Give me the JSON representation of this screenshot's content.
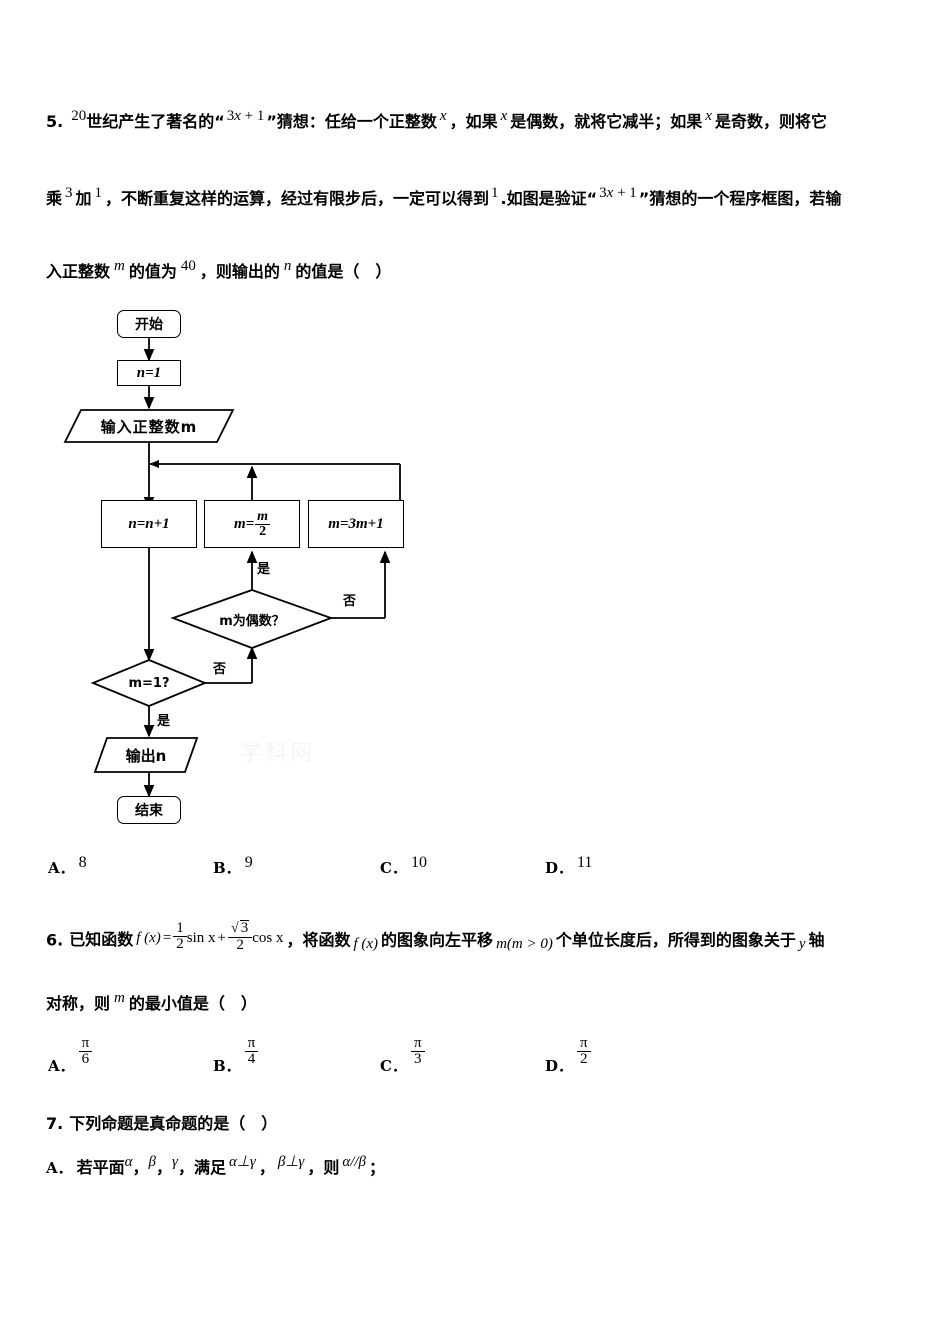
{
  "page": {
    "watermark": "学科网"
  },
  "questions": [
    {
      "number": "5.",
      "line1_a": "世纪产生了著名的",
      "line1_q1": "“",
      "line1_expr": "3x + 1",
      "line1_q2": "”",
      "line1_b": "猜想：任给一个正整数",
      "line1_c": "，如果",
      "line1_d": "是偶数，就将它减半；如果",
      "line1_e": "是奇数，则将它",
      "sup_20": "20",
      "var_x": "x",
      "line2_a": "乘",
      "sup_3": "3",
      "line2_b": "加",
      "sup_1": "1",
      "line2_c": "，不断重复这样的运算，经过有限步后，一定可以得到",
      "sup_one": "1",
      "line2_d": ".如图是验证",
      "line2_q1": "“",
      "line2_expr": "3x + 1",
      "line2_q2": "”",
      "line2_e": "猜想的一个程序框图，若输",
      "line3_a": "入正整数",
      "var_m": "m",
      "line3_b": "的值为",
      "val_40": "40",
      "line3_c": "，则输出的",
      "var_n": "n",
      "line3_d": "的值是（　）",
      "options": [
        {
          "label": "A．",
          "value": "8"
        },
        {
          "label": "B．",
          "value": "9"
        },
        {
          "label": "C．",
          "value": "10"
        },
        {
          "label": "D．",
          "value": "11"
        }
      ]
    },
    {
      "number": "6.",
      "stem_a": "已知函数",
      "fx": "f (x)",
      "eq": "=",
      "frac_half_num": "1",
      "frac_half_den": "2",
      "sin_x": "sin x",
      "plus": "+",
      "frac_sqrt3_num": "3",
      "frac_sqrt3_den": "2",
      "cos_x": "cos x",
      "stem_b": "，将函数",
      "fx2": "f (x)",
      "stem_c": "的图象向左平移",
      "shift": "m(m > 0)",
      "stem_d": "个单位长度后，所得到的图象关于",
      "axis_y": "y",
      "stem_e": "轴",
      "line2_a": "对称，则",
      "var_m": "m",
      "line2_b": "的最小值是（　）",
      "options": [
        {
          "label": "A．",
          "num": "π",
          "den": "6"
        },
        {
          "label": "B．",
          "num": "π",
          "den": "4"
        },
        {
          "label": "C．",
          "num": "π",
          "den": "3"
        },
        {
          "label": "D．",
          "num": "π",
          "den": "2"
        }
      ]
    },
    {
      "number": "7.",
      "stem": "下列命题是真命题的是（　）",
      "optionA": {
        "label": "A．",
        "t1": "若平面",
        "a": "α",
        "c1": "，",
        "b": "β",
        "c2": "，",
        "g": "γ",
        "c3": "，满足",
        "cond1": "α⊥γ",
        "c4": "，",
        "cond2": "β⊥γ",
        "c5": "，则",
        "concl": "α//β",
        "semi": "；"
      }
    }
  ],
  "flowchart": {
    "nodes": {
      "start": "开始",
      "init_n": "n=1",
      "input": "输入正整数m",
      "inc_n": "n=n+1",
      "halve_lhs": "m=",
      "halve_num": "m",
      "halve_den": "2",
      "triple": "m=3m+1",
      "is_even": "m为偶数？",
      "is_one": "m=1?",
      "output": "输出n",
      "end": "结束"
    },
    "edge_labels": {
      "even_yes": "是",
      "even_no": "否",
      "one_no": "否",
      "one_yes": "是"
    }
  }
}
